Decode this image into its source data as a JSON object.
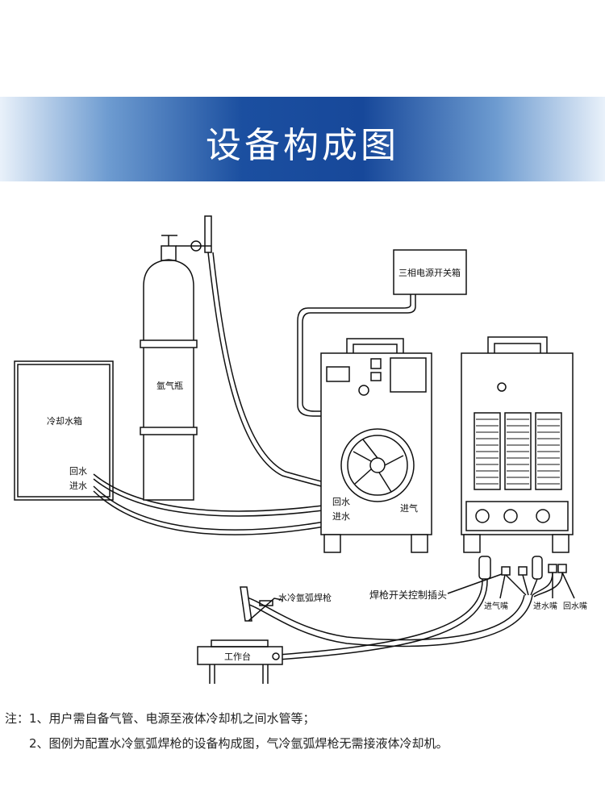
{
  "title": "设备构成图",
  "labels": {
    "power_box": "三相电源开关箱",
    "gas_cylinder": "氩气瓶",
    "water_tank": "冷却水箱",
    "tank_return": "回水",
    "tank_inlet": "进水",
    "machine_return": "回水",
    "machine_inlet": "进水",
    "machine_gas": "进气",
    "torch": "水冷氩弧焊枪",
    "torch_plug": "焊枪开关控制插头",
    "gas_nozzle": "进气嘴",
    "water_in_nozzle": "进水嘴",
    "water_out_nozzle": "回水嘴",
    "workbench": "工作台"
  },
  "notes": [
    "注：1、用户需自备气管、电源至液体冷却机之间水管等；",
    "2、图例为配置水冷氩弧焊枪的设备构成图，气冷氩弧焊枪无需接液体冷却机。"
  ]
}
